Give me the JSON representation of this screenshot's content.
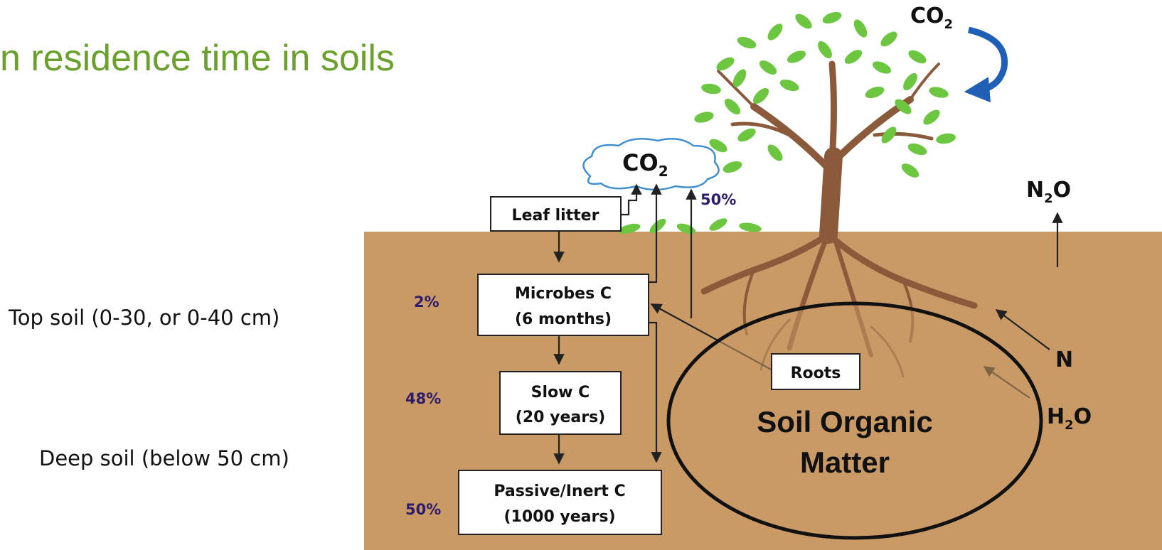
{
  "title": "n residence time in soils",
  "labels": {
    "top_soil": "Top soil  (0-30, or 0-40 cm)",
    "deep_soil": "Deep soil (below 50 cm)"
  },
  "diagram": {
    "leaf_litter": "Leaf litter",
    "microbes_line1": "Microbes C",
    "microbes_line2": "(6 months)",
    "slow_line1": "Slow C",
    "slow_line2": "(20 years)",
    "passive_line1": "Passive/Inert C",
    "passive_line2": "(1000 years)",
    "roots": "Roots",
    "som_line1": "Soil Organic",
    "som_line2": "Matter",
    "pct_microbes": "2%",
    "pct_slow": "48%",
    "pct_passive": "50%",
    "pct_co2": "50%",
    "co2_main": "CO",
    "co2_sub": "2",
    "co2_tree": "CO",
    "co2_tree_sub": "2",
    "n2o_n": "N",
    "n2o_sub": "2",
    "n2o_o": "O",
    "n": "N",
    "h2o_h": "H",
    "h2o_sub": "2",
    "h2o_o": "O"
  },
  "colors": {
    "title": "#6aa02c",
    "soil": "#c99a66",
    "leaf": "#6cc63f",
    "trunk": "#8a5a3b",
    "cloud": "#3f8fd1",
    "percent": "#2d1b6b",
    "arrow_blue": "#1f5fb5"
  }
}
